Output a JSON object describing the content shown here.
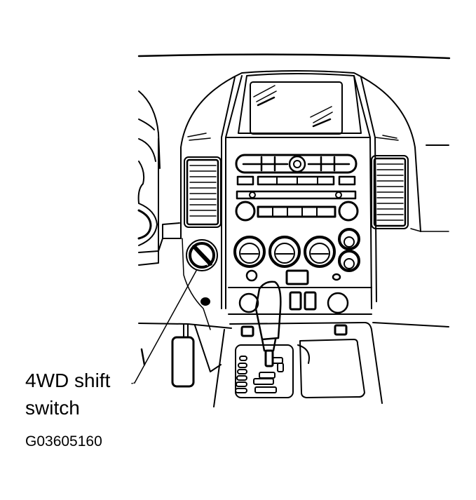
{
  "diagram": {
    "type": "technical line illustration",
    "subject": "vehicle center dashboard / center console",
    "colors": {
      "ink": "#000000",
      "background": "#ffffff"
    },
    "callouts": [
      {
        "label_lines": [
          "4WD shift",
          "switch"
        ],
        "target": "rotary knob left of center stack"
      }
    ],
    "figure_id": "G03605160",
    "components": [
      "navigation-display-screen",
      "audio-head-unit",
      "left-air-vent",
      "right-air-vent",
      "climate-control-knobs",
      "4wd-shift-switch",
      "gear-shift-lever",
      "shift-pattern-plate",
      "console-storage-lid",
      "hood-release-handle"
    ]
  },
  "labels": {
    "callout_line1": "4WD shift",
    "callout_line2": "switch",
    "figure_id": "G03605160"
  }
}
